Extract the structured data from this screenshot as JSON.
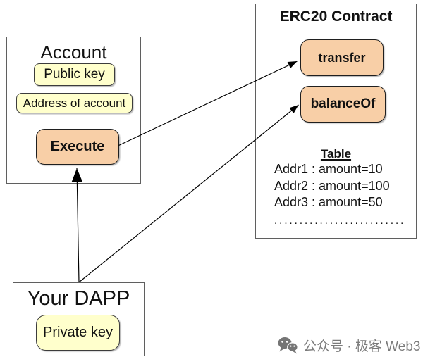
{
  "diagram": {
    "account": {
      "title": "Account",
      "public_key_label": "Public key",
      "address_label": "Address of account",
      "execute_label": "Execute"
    },
    "erc20": {
      "title": "ERC20 Contract",
      "transfer_label": "transfer",
      "balanceof_label": "balanceOf",
      "table": {
        "heading": "Table",
        "rows": [
          "Addr1 : amount=10",
          "Addr2 : amount=100",
          "Addr3 : amount=50"
        ],
        "ellipsis": ".........................."
      }
    },
    "dapp": {
      "title": "Your DAPP",
      "private_key_label": "Private key"
    },
    "arrows": [
      {
        "from": "your-dapp",
        "to": "execute"
      },
      {
        "from": "execute",
        "to": "transfer"
      },
      {
        "from": "your-dapp",
        "to": "balanceOf"
      }
    ],
    "colors": {
      "button_yellow": "#ffffcc",
      "button_orange": "#f8cfa7",
      "box_border": "#5f5f5f",
      "arrow_black": "#000000",
      "watermark_gray": "#7b7b7b"
    }
  },
  "watermark": {
    "icon": "wechat-icon",
    "text": "公众号 · 极客 Web3"
  }
}
